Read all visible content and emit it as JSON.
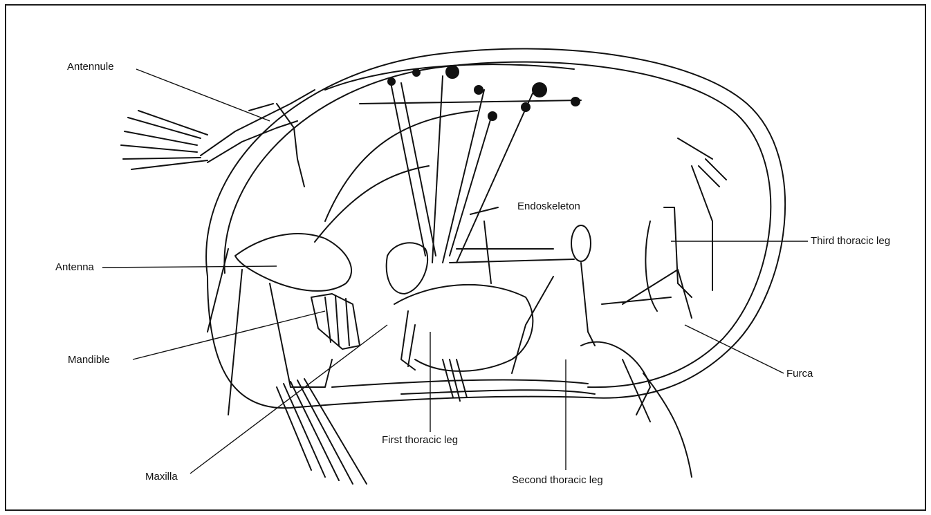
{
  "diagram": {
    "labels": {
      "antennule": "Antennule",
      "antenna": "Antenna",
      "mandible": "Mandible",
      "maxilla": "Maxilla",
      "endoskeleton": "Endoskeleton",
      "third_thoracic_leg": "Third thoracic leg",
      "furca": "Furca",
      "first_thoracic_leg": "First thoracic leg",
      "second_thoracic_leg": "Second thoracic leg"
    },
    "colors": {
      "ink": "#111111",
      "background": "#ffffff"
    }
  }
}
